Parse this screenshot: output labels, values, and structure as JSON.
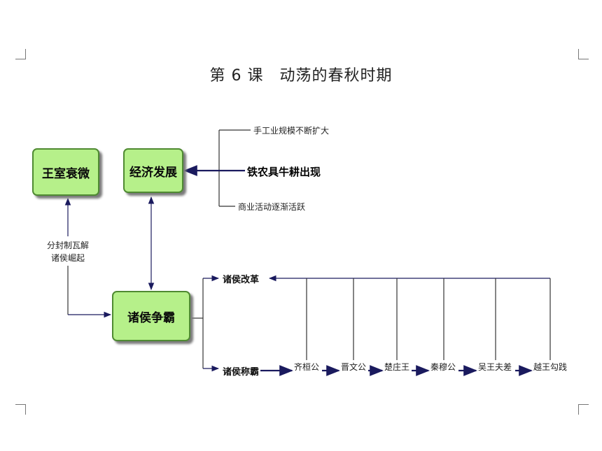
{
  "title": "第 6 课　动荡的春秋时期",
  "boxes": {
    "wangshi": "王室衰微",
    "jingji": "经济发展",
    "zhuhou": "诸侯争霸"
  },
  "economy_factors": [
    "手工业规模不断扩大",
    "铁农具牛耕出现",
    "商业活动逐渐活跃"
  ],
  "fengjian_label_line1": "分封制瓦解",
  "fengjian_label_line2": "诸侯崛起",
  "reform_label": "诸侯改革",
  "hegemony_label": "诸侯称霸",
  "hegemons": [
    "齐桓公",
    "晋文公",
    "楚庄王",
    "秦穆公",
    "吴王夫差",
    "越王勾践"
  ],
  "colors": {
    "box_fill": "#b6f08a",
    "box_border": "#4f8a32",
    "arrow": "#1a1a5e"
  }
}
